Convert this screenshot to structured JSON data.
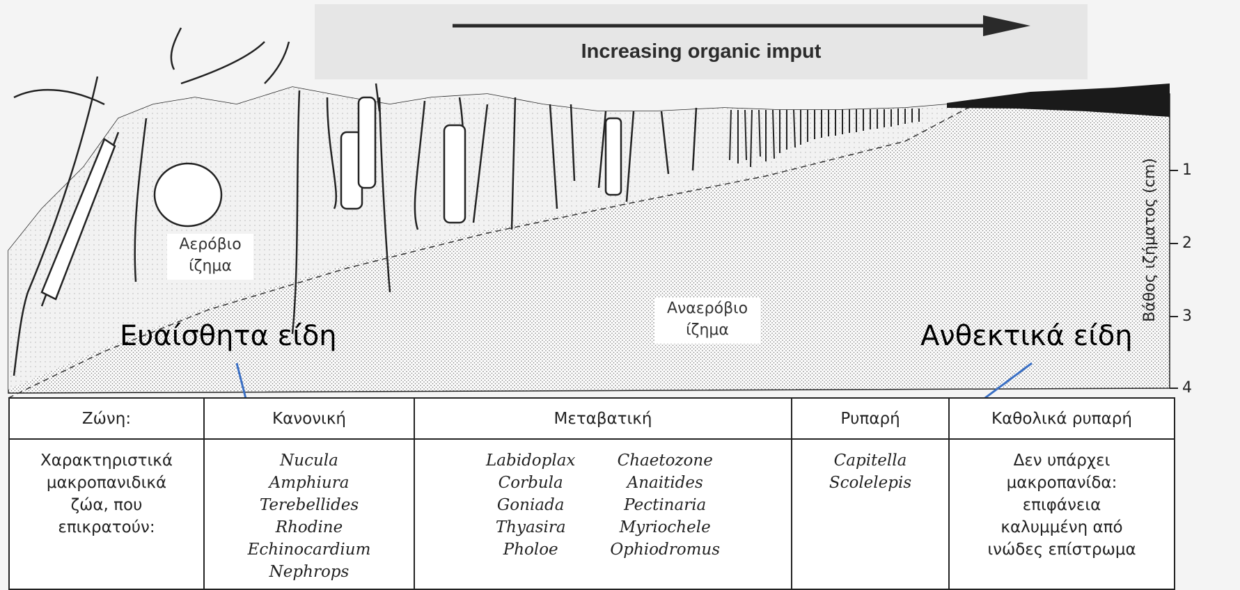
{
  "banner": {
    "text": "Increasing organic imput"
  },
  "sediment": {
    "aerobic_label": [
      "Αερόβιο",
      "ίζημα"
    ],
    "anaerobic_label": [
      "Αναερόβιο",
      "ίζημα"
    ]
  },
  "annotations": {
    "sensitive": "Ευαίσθητα είδη",
    "resistant": "Ανθεκτικά είδη"
  },
  "depth_axis": {
    "title": "Βάθος ιζήματος (cm)",
    "ticks": [
      "1",
      "2",
      "3",
      "4"
    ]
  },
  "table": {
    "row_header_zone": "Ζώνη:",
    "row_header_species": [
      "Χαρακτηριστικά",
      "μακροπανιδικά",
      "ζώα, που",
      "επικρατούν:"
    ],
    "zones": [
      {
        "name": "Κανονική",
        "species": [
          "Nucula",
          "Amphiura",
          "Terebellides",
          "Rhodine",
          "Echinocardium",
          "Nephrops"
        ]
      },
      {
        "name": "Μεταβατική",
        "species_col1": [
          "Labidoplax",
          "Corbula",
          "Goniada",
          "Thyasira",
          "Pholoe"
        ],
        "species_col2": [
          "Chaetozone",
          "Anaitides",
          "Pectinaria",
          "Myriochele",
          "Ophiodromus"
        ]
      },
      {
        "name": "Ρυπαρή",
        "species": [
          "Capitella",
          "Scolelepis"
        ]
      },
      {
        "name": "Καθολικά ρυπαρή",
        "text": [
          "Δεν υπάρχει",
          "μακροπανίδα:",
          "επιφάνεια",
          "καλυμμένη από",
          "ινώδες επίστρωμα"
        ]
      }
    ]
  },
  "colors": {
    "arrow": "#3a6fc4",
    "sediment_dots": "#9a9a9a",
    "banner_arrow": "#2a2a2a"
  }
}
